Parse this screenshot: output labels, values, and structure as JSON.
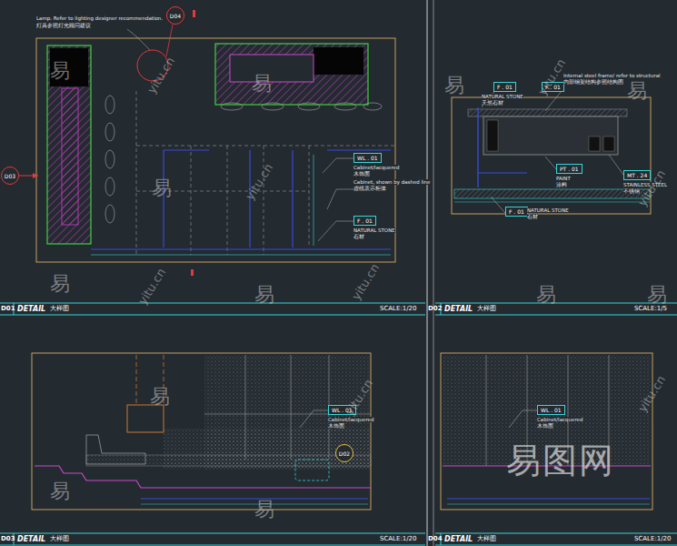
{
  "diagram": {
    "nodes": [
      {
        "text": [
          "D04"
        ]
      },
      {
        "text": [
          "D03"
        ]
      },
      {
        "text": [
          "WL . 01"
        ]
      },
      {
        "text": [
          "F . 01"
        ]
      },
      {
        "text": [
          "F . 01"
        ]
      },
      {
        "text": [
          "F . 01"
        ]
      },
      {
        "text": [
          "PT . 01"
        ]
      },
      {
        "text": [
          "MT . 24"
        ]
      },
      {
        "text": [
          "F . 01"
        ]
      },
      {
        "text": [
          "WL . 01"
        ]
      },
      {
        "text": [
          "D02"
        ]
      },
      {
        "text": [
          "WL . 01"
        ]
      }
    ],
    "labels": [
      "Lamp. Refer to lighting designer recommendation.",
      "灯具参照灯光顾问建议",
      "Cabinet/lacquered",
      "木饰面",
      "Cabinet, shown by dashed line",
      "虚线表示柜体",
      "NATURAL STONE",
      "石材",
      "NATURAL STONE",
      "天然石材",
      "Internal steel frame/ refer to structural",
      "内部钢架结构参照结构图",
      "PAINT",
      "涂料",
      "STAINLESS STEEL",
      "不锈钢",
      "NATURAL STONE",
      "石材",
      "Cabinet/lacquered",
      "木饰面",
      "Cabinet/lacquered",
      "木饰面",
      "D01",
      "DETAIL",
      "大样图",
      "SCALE:1/20",
      "D02",
      "DETAIL",
      "大样图",
      "SCALE:1/5",
      "D03",
      "DETAIL",
      "大样图",
      "SCALE:1/20",
      "D04",
      "DETAIL",
      "大样图",
      "SCALE:1/20",
      "易",
      "易",
      "易",
      "易",
      "易",
      "易",
      "易",
      "易",
      "易",
      "易",
      "易",
      "易",
      "yitu.cn",
      "yitu.cn",
      "yitu.cn",
      "yitu.cn",
      "yitu.cn",
      "yitu.cn",
      "yitu.cn",
      "yitu.cn",
      "易图网"
    ]
  }
}
